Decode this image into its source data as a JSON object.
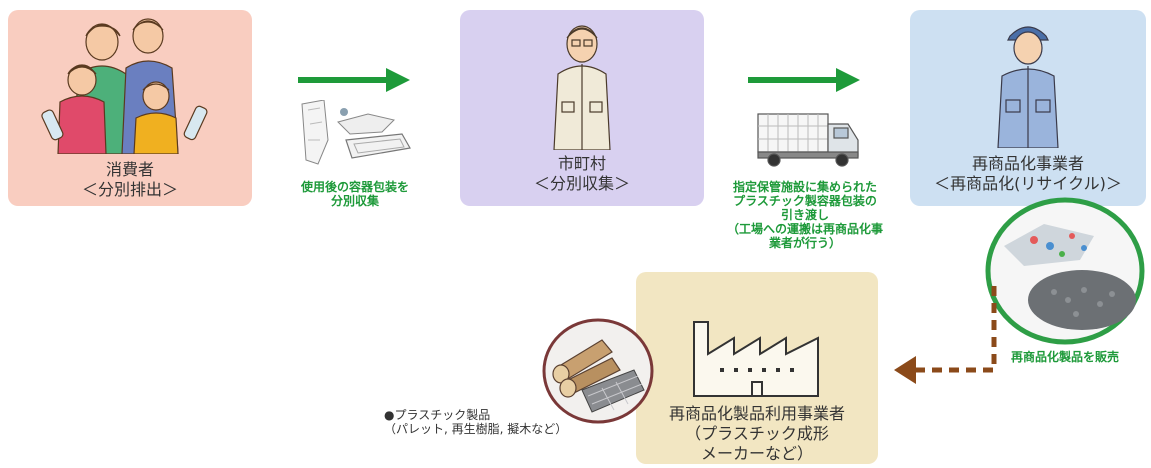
{
  "consumer": {
    "title": "消費者",
    "sub": "＜分別排出＞",
    "color": "#f9cdc0"
  },
  "municipality": {
    "title": "市町村",
    "sub": "＜分別収集＞",
    "color": "#d8d0f0"
  },
  "recycler": {
    "title": "再商品化事業者",
    "sub": "＜再商品化(リサイクル)＞",
    "color": "#cde0f2"
  },
  "user_business": {
    "title": "再商品化製品利用事業者",
    "sub": "（プラスチック成形\nメーカーなど）",
    "color": "#f2e6c2"
  },
  "step1_label": "使用後の容器包装を\n分別収集",
  "step2_label": "指定保管施設に集められた\nプラスチック製容器包装の\n引き渡し\n（工場への運搬は再商品化事\n業者が行う）",
  "sale_label": "再商品化製品を販売",
  "products_label": "●プラスチック製品\n（パレット, 再生樹脂, 擬木など）",
  "colors": {
    "arrow_green": "#1e9a3a",
    "arrow_brown": "#8b4a1a",
    "label_green": "#1e9a3a"
  },
  "icons": [
    "family-illustration-icon",
    "plastic-waste-icon",
    "official-person-icon",
    "truck-icon",
    "worker-person-icon",
    "recycled-pellets-icon",
    "factory-icon",
    "pallet-and-logs-icon"
  ]
}
